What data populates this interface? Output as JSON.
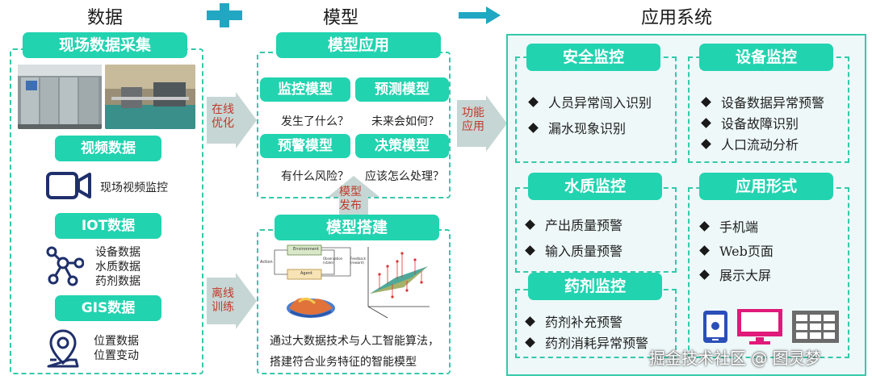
{
  "headers": {
    "data": "数据",
    "model": "模型",
    "app": "应用系统"
  },
  "data_col": {
    "title": "现场数据采集",
    "video": {
      "label": "视频数据",
      "desc": "现场视频监控"
    },
    "iot": {
      "label": "IOT数据",
      "items": [
        "设备数据",
        "水质数据",
        "药剂数据"
      ]
    },
    "gis": {
      "label": "GIS数据",
      "items": [
        "位置数据",
        "位置变动"
      ]
    }
  },
  "arrows": {
    "online": [
      "在线",
      "优化"
    ],
    "offline": [
      "离线",
      "训练"
    ],
    "publish": [
      "模型",
      "发布"
    ],
    "function": [
      "功能",
      "应用"
    ]
  },
  "model_app": {
    "title": "模型应用",
    "monitor": {
      "label": "监控模型",
      "q": "发生了什么？"
    },
    "predict": {
      "label": "预测模型",
      "q": "未来会如何？"
    },
    "warn": {
      "label": "预警模型",
      "q": "有什么风险？"
    },
    "decide": {
      "label": "决策模型",
      "q": "应该怎么处理？"
    }
  },
  "model_build": {
    "title": "模型搭建",
    "rl_labels": {
      "environment": "Environment",
      "agent": "Agent",
      "action": "Action",
      "observation": "Observation (state)",
      "feedback": "Feedback (reward)"
    },
    "desc": [
      "通过大数据技术与人工智能算法，",
      "搭建符合业务特征的智能模型"
    ]
  },
  "app": {
    "safety": {
      "title": "安全监控",
      "items": [
        "人员异常闯入识别",
        "漏水现象识别"
      ]
    },
    "device": {
      "title": "设备监控",
      "items": [
        "设备数据异常预警",
        "设备故障识别",
        "人口流动分析"
      ]
    },
    "water": {
      "title": "水质监控",
      "items": [
        "产出质量预警",
        "输入质量预警"
      ]
    },
    "form": {
      "title": "应用形式",
      "items": [
        "手机端",
        "Web页面",
        "展示大屏"
      ]
    },
    "chem": {
      "title": "药剂监控",
      "items": [
        "药剂补充预警",
        "药剂消耗异常预警"
      ]
    }
  },
  "watermark": "掘金技术社区 @ 图灵梦",
  "colors": {
    "teal": "#22d3b0",
    "dashed": "#34c9a9",
    "arrow": "#c6d6d4",
    "arrow_text": "#c0392b",
    "navy": "#1f2f6b"
  }
}
